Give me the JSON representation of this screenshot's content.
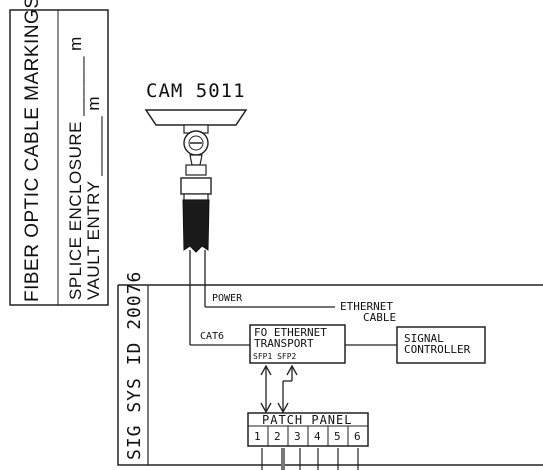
{
  "markings_box": {
    "title": "FIBER OPTIC CABLE MARKINGS @",
    "splice_enclosure": "SPLICE ENCLOSURE ______ m",
    "vault_entry": "VAULT ENTRY ______ m"
  },
  "camera": {
    "label": "CAM 5011"
  },
  "cabinet": {
    "label": "SIG SYS ID 20076"
  },
  "cables": {
    "power": "POWER",
    "ethernet_l1": "ETHERNET",
    "ethernet_l2": "CABLE",
    "cat6": "CAT6"
  },
  "transport": {
    "line1": "FO ETHERNET",
    "line2": "TRANSPORT",
    "ports": "SFP1 SFP2"
  },
  "controller": {
    "line1": "SIGNAL",
    "line2": "CONTROLLER"
  },
  "patch_panel": {
    "label": "PATCH PANEL",
    "ports": [
      "1",
      "2",
      "3",
      "4",
      "5",
      "6"
    ]
  }
}
